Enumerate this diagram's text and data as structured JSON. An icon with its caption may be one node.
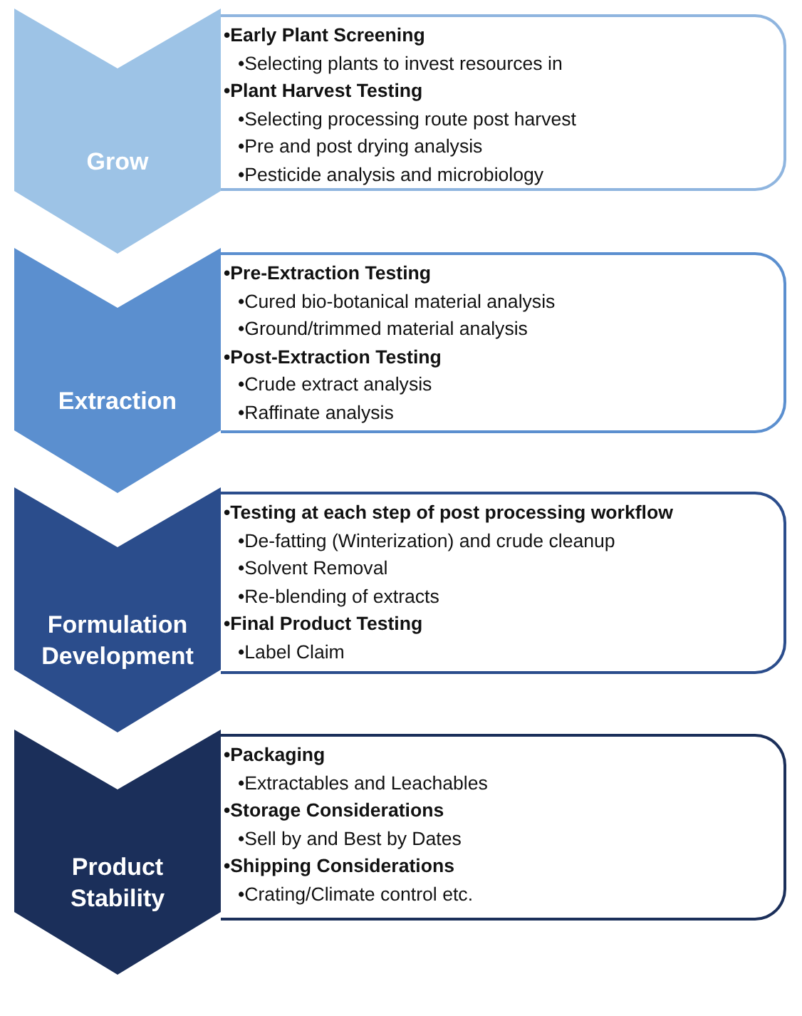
{
  "diagram": {
    "nodes": [
      {
        "text": [
          "Grow"
        ]
      },
      {
        "text": [
          "•Early Plant Screening",
          "•Selecting plants to invest resources in",
          "•Plant Harvest Testing",
          "•Selecting processing route post harvest",
          "•Pre and post drying analysis",
          "•Pesticide analysis and microbiology"
        ]
      },
      {
        "text": [
          "Extraction"
        ]
      },
      {
        "text": [
          "•Pre-Extraction Testing",
          "•Cured bio-botanical material analysis",
          "•Ground/trimmed material analysis",
          "•Post-Extraction Testing",
          "•Crude extract analysis",
          "•Raffinate analysis"
        ]
      },
      {
        "text": [
          "Formulation Development"
        ]
      },
      {
        "text": [
          "•Testing at each step of post processing workflow",
          "•De-fatting (Winterization) and crude cleanup",
          "•Solvent Removal",
          "•Re-blending of extracts",
          "•Final Product Testing",
          "•Label Claim"
        ]
      },
      {
        "text": [
          "Product Stability"
        ]
      },
      {
        "text": [
          "•Packaging",
          "•Extractables and Leachables",
          "•Storage Considerations",
          "•Sell by and Best by Dates",
          "•Shipping Considerations",
          "•Crating/Climate control etc."
        ]
      }
    ],
    "edges": []
  }
}
